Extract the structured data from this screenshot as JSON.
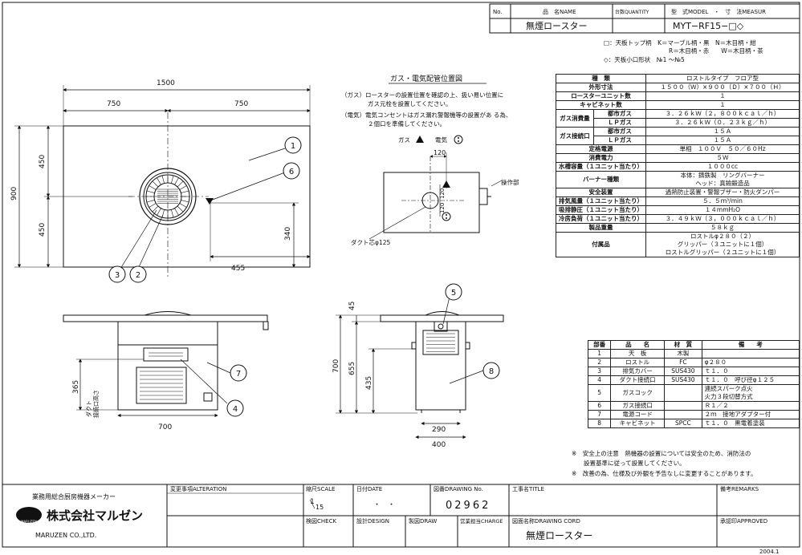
{
  "header": {
    "no_label": "No.",
    "name_label": "品　名NAME",
    "qty_label": "台数QUANTITY",
    "model_label": "型　式MODEL　・　寸　法MEASUR",
    "name_value": "無煙ロースター",
    "model_value": "MYT−RF15−□◇"
  },
  "notes_top": {
    "line1": "□：天板トップ柄　K＝マーブル柄・黒　N＝木目柄・紺",
    "line2": "R＝木目柄・赤　　W＝木目柄・茶",
    "line3": "◇：天板小口形状　№1 〜№5"
  },
  "gas_elec": {
    "title": "ガス・電気配管位置図",
    "gas_note1": "（ガス）ロースターの設置位置を確認の上、扱い易い位置に",
    "gas_note2": "ガス元栓を設置してください。",
    "elec_note1": "（電気）電気コンセントはガス漏れ警報機等の設置があ る為、",
    "elec_note2": "２個口を準備してください。",
    "legend_gas": "ガス",
    "legend_elec": "電気",
    "dim_120_top": "120",
    "dim_120_a": "120",
    "dim_120_b": "120",
    "panel_label": "操作部",
    "duct_label": "ダクト芯φ125"
  },
  "plan": {
    "dim_total": "1500",
    "dim_left": "750",
    "dim_right": "750",
    "dim_depth": "900",
    "dim_450_top": "450",
    "dim_450_bottom": "450",
    "dim_340": "340",
    "dim_455": "455"
  },
  "front": {
    "dim_365": "365",
    "duct_height_label": "ダクト\n接続口高さ",
    "dim_700": "700"
  },
  "side": {
    "dim_45": "45",
    "dim_700": "700",
    "dim_655": "655",
    "dim_435": "435",
    "dim_290": "290",
    "dim_400": "400"
  },
  "callouts": [
    "1",
    "2",
    "3",
    "4",
    "5",
    "6",
    "7",
    "8"
  ],
  "spec_table": [
    {
      "label": "種　類",
      "value": "ロストルタイプ　フロア型"
    },
    {
      "label": "外形寸法",
      "value": "１５００（Ｗ）×９００（Ｄ）×７００（Ｈ）"
    },
    {
      "label": "ロースターユニット数",
      "value": "１"
    },
    {
      "label": "キャビネット数",
      "value": "１"
    },
    {
      "group": "ガス消費量",
      "sub": "都市ガス",
      "value": "３．２６ｋＷ（２，８００ｋｃａｌ／ｈ）"
    },
    {
      "group": "",
      "sub": "ＬＰガス",
      "value": "３．２６ｋＷ（０．２３ｋｇ／ｈ）"
    },
    {
      "group": "ガス接続口",
      "sub": "都市ガス",
      "value": "１５Ａ"
    },
    {
      "group": "",
      "sub": "ＬＰガス",
      "value": "１５Ａ"
    },
    {
      "label": "定格電源",
      "value": "単相　１００Ｖ　５０／６０Hz"
    },
    {
      "label": "消費電力",
      "value": "５Ｗ"
    },
    {
      "label": "水槽容量（１ユニット当たり）",
      "value": "１０００cc"
    },
    {
      "label": "バーナー種類",
      "value": "本体：鋳鉄製　リングバーナー\nヘッド：真鍮鍛造品"
    },
    {
      "label": "安全装置",
      "value": "過熱防止装置・警報ブザー・防火ダンパー"
    },
    {
      "label": "排気風量（１ユニット当たり）",
      "value": "５．５ｍ³/min"
    },
    {
      "label": "吸排静圧（１ユニット当たり）",
      "value": "１４mmH₂O"
    },
    {
      "label": "冷房負荷（１ユニット当たり）",
      "value": "３．４９ｋＷ（３，０００ｋｃａｌ／ｈ）"
    },
    {
      "label": "製品重量",
      "value": "５８ｋｇ"
    },
    {
      "label": "付属品",
      "value": "ロストルφ２８０（２）\nグリッパー（３ユニットに１個）\nロストルグリッパー（２ユニットに１個）"
    }
  ],
  "parts_table": {
    "headers": [
      "部番",
      "品　　名",
      "材　質",
      "備　　考"
    ],
    "rows": [
      [
        "1",
        "天　板",
        "木製",
        ""
      ],
      [
        "2",
        "ロストル",
        "FC",
        "φ２８０"
      ],
      [
        "3",
        "排気カバー",
        "SUS430",
        "ｔ１．０"
      ],
      [
        "4",
        "ダクト接続口",
        "SUS430",
        "ｔ１．０　呼び径φ１２５"
      ],
      [
        "5",
        "ガスコック",
        "",
        "連続スパーク点火\n火力３段切替方式"
      ],
      [
        "6",
        "ガス接続口",
        "",
        "Ｒ１／２"
      ],
      [
        "7",
        "電源コード",
        "",
        "２ｍ　接地アダプター付"
      ],
      [
        "8",
        "キャビネット",
        "SPCC",
        "ｔ１．０　黒電着塗装"
      ]
    ]
  },
  "notes_bottom": {
    "note1": "※　安全上の注意　熱機器の設置については安全のため、消防法の",
    "note1b": "設置基準に従って設置してください。",
    "note2": "※　改善の為、仕様及び外観を予告なしに変更することがあります。"
  },
  "title_block": {
    "maker_line": "業務用総合厨房機器メーカー",
    "company": "株式会社マルゼン",
    "company_en": "MARUZEN CO.,LTD.",
    "logo_text": "MARUZEN",
    "alteration": "変更事項ALTERATION",
    "scale_label": "縮尺SCALE",
    "scale_num": "1",
    "scale_den": "15",
    "date_label": "日付DATE",
    "date_value": "・　・",
    "drawing_no_label": "図番DRAWING No.",
    "drawing_no": "02962",
    "title_label": "工事名TITLE",
    "remarks_label": "備考REMARKS",
    "check_label": "検図CHECK",
    "design_label": "設計DESIGN",
    "draw_label": "製図DRAW",
    "charge_label": "営業担当CHARGE",
    "cord_label": "図面名称DRAWING CORD",
    "cord_value": "無煙ロースター",
    "approved_label": "承認印APPROVED",
    "year": "2004.1"
  }
}
